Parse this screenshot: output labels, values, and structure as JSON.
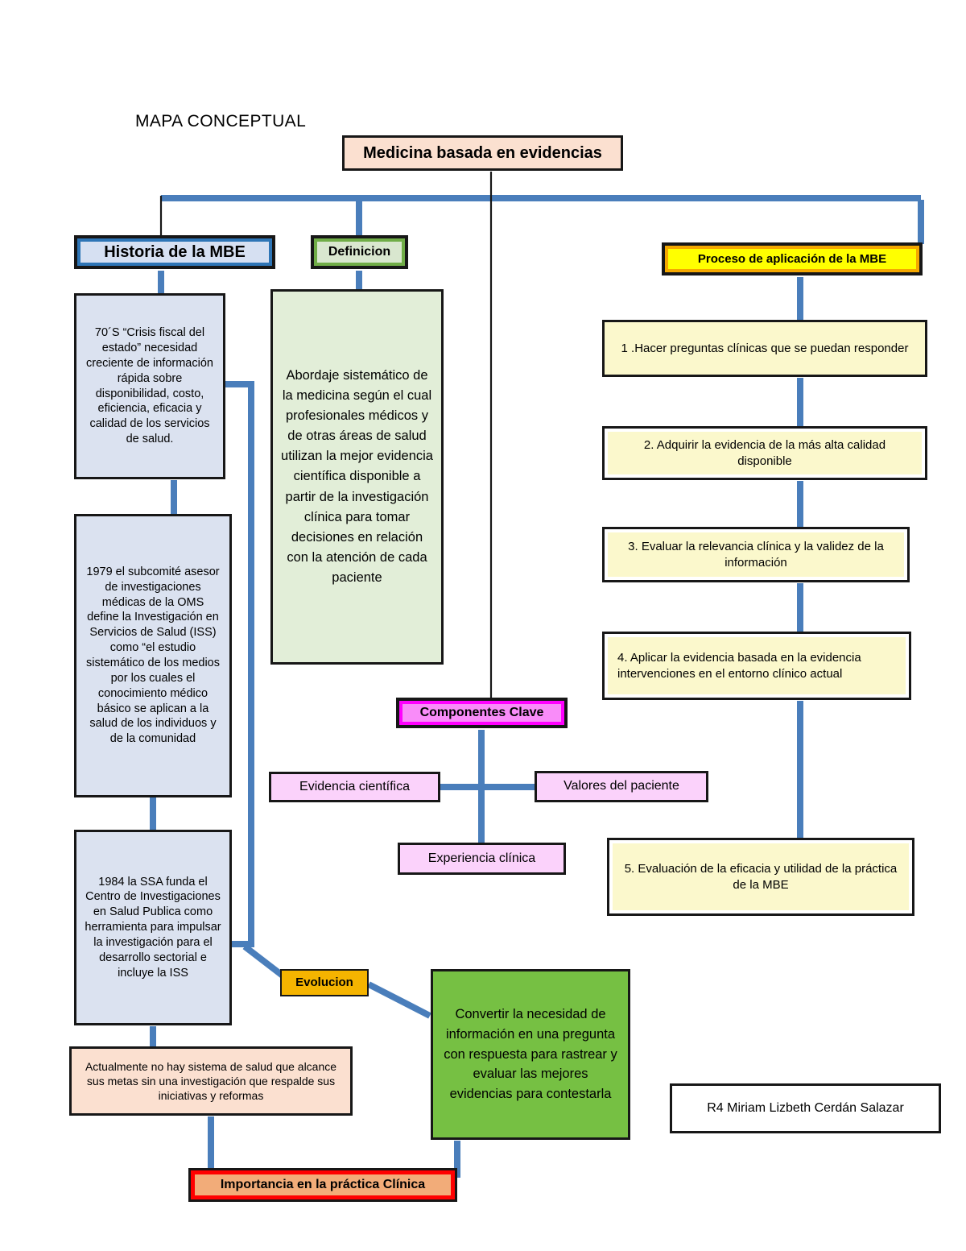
{
  "page": {
    "title": "MAPA CONCEPTUAL",
    "root": "Medicina basada en evidencias",
    "author": "R4 Miriam Lizbeth Cerdán Salazar"
  },
  "colors": {
    "root_fill": "#fbe0d0",
    "historia_border": "#2e75b6",
    "historia_fill": "#d6e0f2",
    "definicion_border": "#70ad47",
    "definicion_fill": "#d9e7cf",
    "proceso_border": "#f5a800",
    "proceso_fill": "#ffff00",
    "componentes_border": "#ff00ff",
    "componentes_fill": "#f98cf9",
    "evolucion_fill": "#f5b400",
    "importancia_border": "#ff0000",
    "importancia_fill": "#f2ac79",
    "connector_blue": "#4a7ebb",
    "blue_box_fill": "#dbe2f0",
    "green_box_fill": "#e2eed8",
    "yellow_box_fill": "#fbf8cc",
    "pink_box_fill": "#fbd2fb",
    "convert_fill": "#76c043",
    "peach_fill": "#fbe0d0"
  },
  "branches": {
    "historia": {
      "header": "Historia de la MBE",
      "items": [
        "70´S “Crisis fiscal del estado” necesidad creciente de información rápida sobre disponibilidad, costo, eficiencia, eficacia y calidad de los servicios de salud.",
        "1979 el subcomité asesor de investigaciones médicas de la OMS define la Investigación en Servicios de Salud (ISS) como “el estudio sistemático de los medios por los cuales el conocimiento médico básico se aplican a la salud de los individuos y de la comunidad",
        "1984 la SSA funda el Centro de Investigaciones en Salud Publica como herramienta para impulsar la investigación para el desarrollo sectorial e incluye la ISS"
      ],
      "actualidad": "Actualmente no hay sistema de salud que alcance sus metas sin una investigación que respalde sus iniciativas y reformas"
    },
    "definicion": {
      "header": "Definicion",
      "body": "Abordaje sistemático de la medicina según el cual profesionales médicos y de otras áreas de salud utilizan la mejor evidencia científica disponible a partir de la investigación clínica para tomar decisiones en relación con la atención de cada paciente"
    },
    "proceso": {
      "header": "Proceso de aplicación de la MBE",
      "steps": [
        "1 .Hacer preguntas clínicas que se puedan responder",
        "2. Adquirir la evidencia de la más alta calidad disponible",
        "3. Evaluar la relevancia clínica y la validez de la información",
        "4. Aplicar la evidencia basada en la evidencia intervenciones en el entorno clínico actual",
        "5. Evaluación de la eficacia y utilidad de la práctica de la MBE"
      ]
    },
    "componentes": {
      "header": "Componentes Clave",
      "items": [
        "Evidencia científica",
        "Valores del paciente",
        "Experiencia clínica"
      ]
    },
    "evolucion": {
      "header": "Evolucion",
      "body": "Convertir la necesidad de información en una pregunta con respuesta para rastrear y evaluar las mejores evidencias para contestarla"
    },
    "importancia": {
      "header": "Importancia en la práctica Clínica"
    }
  }
}
